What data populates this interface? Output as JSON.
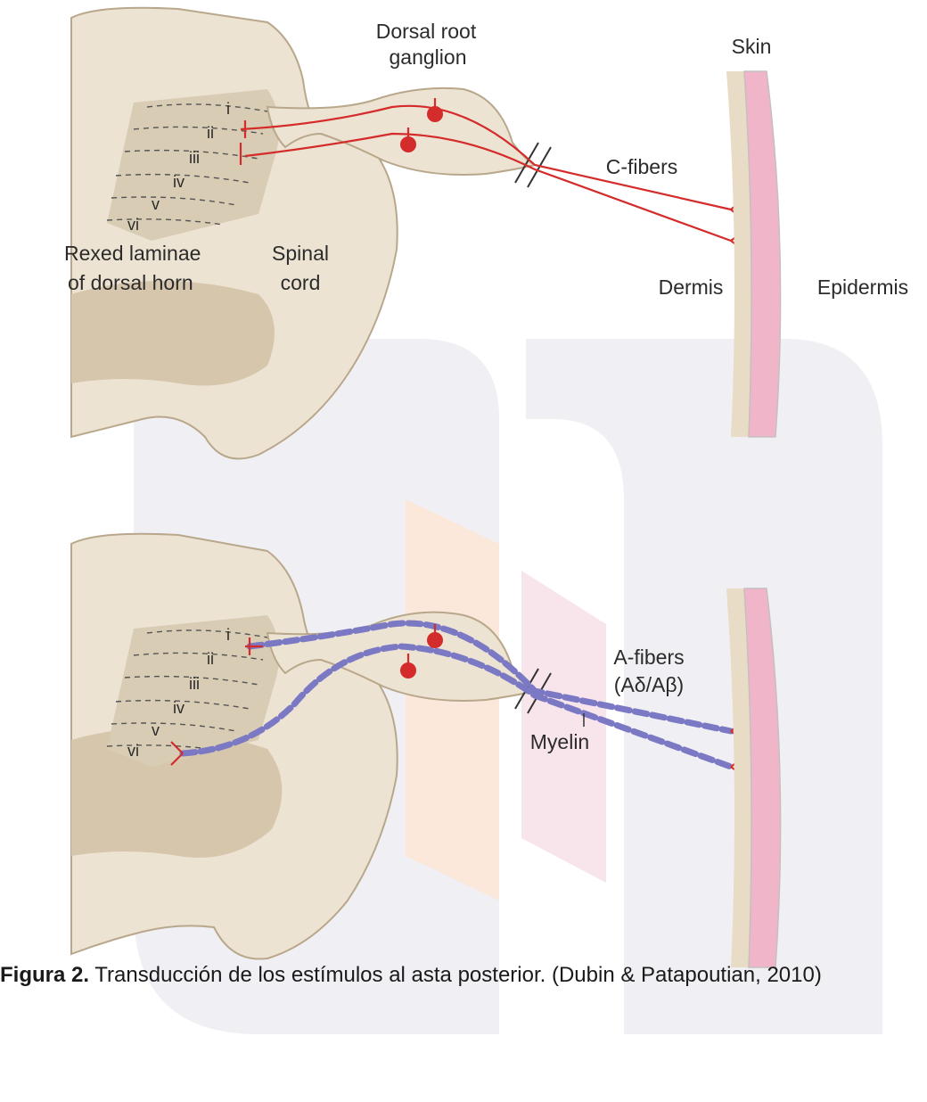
{
  "colors": {
    "cord_fill": "#ede3d3",
    "grey_matter": "#d6c6ac",
    "nerve_red": "#d42b2b",
    "myelin_blue": "#7b79c4",
    "skin_pink": "#f0b5c8",
    "skin_dermis": "#e9dcc7",
    "watermark_grey": "#eeeef3",
    "watermark_orange": "#fbe6d8",
    "watermark_pink": "#f8e3ea"
  },
  "panels": [
    {
      "drg_label_line1": "Dorsal root",
      "drg_label_line2": "ganglion",
      "skin_label": "Skin",
      "fiber_label": "C-fibers",
      "rexed_label_line1": "Rexed laminae",
      "rexed_label_line2": "of dorsal horn",
      "cord_label_line1": "Spinal",
      "cord_label_line2": "cord",
      "dermis_label": "Dermis",
      "epidermis_label": "Epidermis",
      "laminae": [
        "i",
        "ii",
        "iii",
        "iv",
        "v",
        "vi"
      ]
    },
    {
      "fiber_label_line1": "A-fibers",
      "fiber_label_line2": "(Aδ/Aβ)",
      "myelin_label": "Myelin",
      "laminae": [
        "i",
        "ii",
        "iii",
        "iv",
        "v",
        "vi"
      ]
    }
  ],
  "caption": {
    "label": "Figura 2.",
    "text": " Transducción de los estímulos al asta posterior. (Dubin & Patapoutian, 2010)"
  }
}
